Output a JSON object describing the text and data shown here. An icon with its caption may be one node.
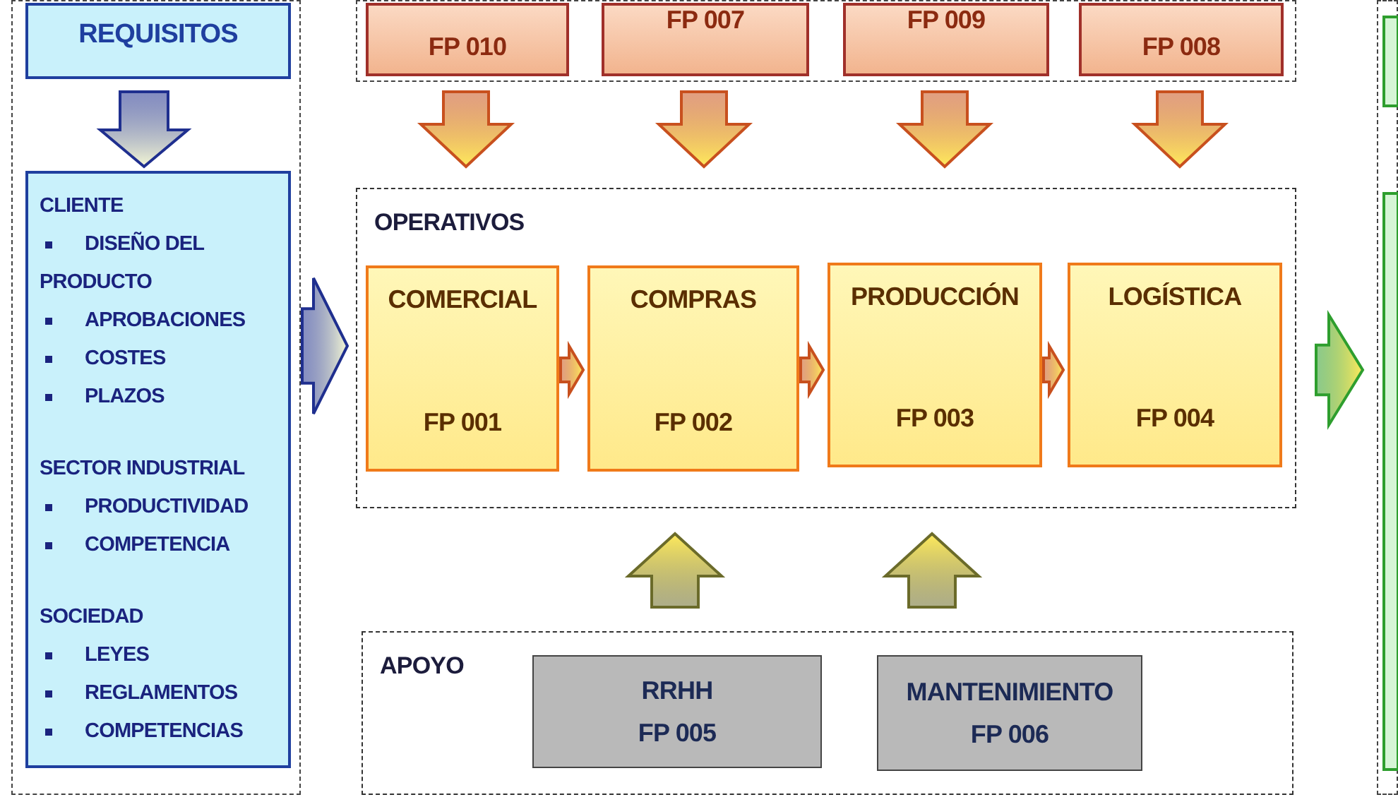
{
  "diagram": {
    "nodes": [
      {
        "text": [],
        "shape": "box"
      },
      {
        "text": [
          "REQUISITOS"
        ],
        "in": 0
      },
      {
        "text": [
          "CLIENTE",
          "DISEÑO DEL PRODUCTO",
          "APROBACIONES",
          "COSTES",
          "PLAZOS",
          "SECTOR INDUSTRIAL",
          "PRODUCTIVIDAD",
          "COMPETENCIA",
          "SOCIEDAD",
          "LEYES",
          "REGLAMENTOS",
          "COMPETENCIAS"
        ],
        "in": 0
      },
      {
        "text": [],
        "shape": "box"
      },
      {
        "text": [
          "FP 010"
        ],
        "in": 3
      },
      {
        "text": [
          "FP 007"
        ],
        "in": 3
      },
      {
        "text": [
          "FP 009"
        ],
        "in": 3
      },
      {
        "text": [
          "FP 008"
        ],
        "in": 3
      },
      {
        "text": [
          "OPERATIVOS"
        ]
      },
      {
        "text": [
          "COMERCIAL",
          "FP 001"
        ],
        "in": 8
      },
      {
        "text": [
          "COMPRAS",
          "FP 002"
        ],
        "in": 8
      },
      {
        "text": [
          "PRODUCCIÓN",
          "FP 003"
        ],
        "in": 8
      },
      {
        "text": [
          "LOGÍSTICA",
          "FP 004"
        ],
        "in": 8
      },
      {
        "text": [
          "APOYO"
        ]
      },
      {
        "text": [
          "RRHH",
          "FP 005"
        ],
        "in": 13
      },
      {
        "text": [
          "MANTENIMIENTO",
          "FP 006"
        ],
        "in": 13
      },
      {
        "text": [],
        "shape": "box"
      },
      {
        "text": [],
        "shape": "box",
        "in": 16
      },
      {
        "text": [],
        "shape": "box",
        "in": 16
      }
    ],
    "edges": [
      {
        "from": 1,
        "to": 2,
        "arrow": "to",
        "color": "#1f2f8f"
      },
      {
        "from": 0,
        "to": 8,
        "arrow": "to",
        "color": "#1f2f8f"
      },
      {
        "from": 4,
        "to": 8,
        "arrow": "to"
      },
      {
        "from": 5,
        "to": 8,
        "arrow": "to"
      },
      {
        "from": 6,
        "to": 8,
        "arrow": "to"
      },
      {
        "from": 7,
        "to": 8,
        "arrow": "to"
      },
      {
        "from": 9,
        "to": 10,
        "arrow": "to"
      },
      {
        "from": 10,
        "to": 11,
        "arrow": "to"
      },
      {
        "from": 11,
        "to": 12,
        "arrow": "to"
      },
      {
        "from": 8,
        "to": 16,
        "arrow": "to",
        "color": "#2e9e2e"
      },
      {
        "from": 14,
        "to": 8,
        "arrow": "to",
        "color": "#6b6b2a"
      },
      {
        "from": 15,
        "to": 8,
        "arrow": "to",
        "color": "#6b6b2a"
      }
    ]
  }
}
